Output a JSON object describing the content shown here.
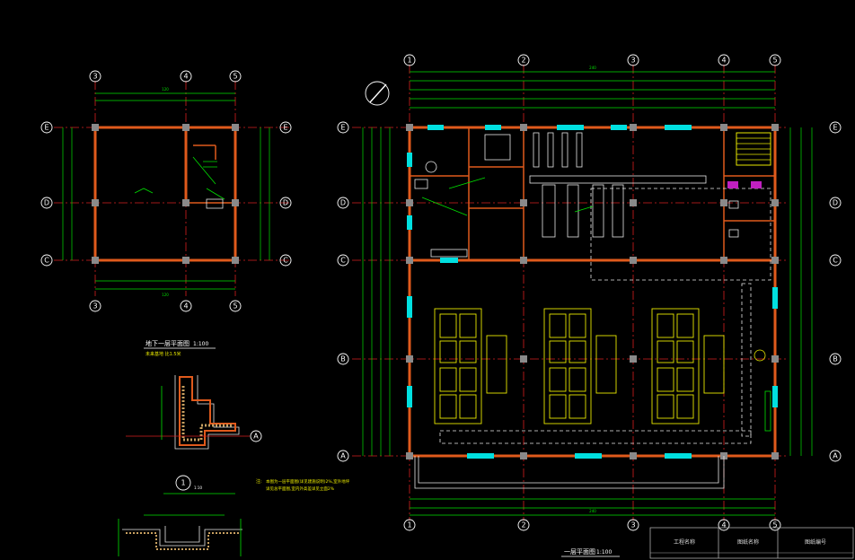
{
  "drawing": {
    "ground_plan_title": "一层平面图",
    "ground_plan_scale": "1:100",
    "basement_plan_title": "地下一层平面图",
    "basement_plan_scale": "1:100",
    "basement_subtitle": "未来基地 比1.5米",
    "detail_label": "1",
    "detail_sub": "1:10",
    "note_prefix": "注:",
    "note_line1": "本图为一层平面图(详见建施说明)2%,室外地坪",
    "note_line2": "详见总平面图,室内外高差详见立面2%"
  },
  "axes": {
    "main_columns": [
      "1",
      "2",
      "3",
      "4",
      "5"
    ],
    "main_rows": [
      "E",
      "D",
      "C",
      "B",
      "A"
    ],
    "basement_columns": [
      "3",
      "4",
      "5"
    ],
    "basement_rows": [
      "E",
      "D",
      "C"
    ],
    "detail_axis": "A"
  },
  "dimensions": {
    "main_total": "240",
    "basement_total": "120"
  },
  "title_block": {
    "cells": [
      "工程名称",
      "图纸名称",
      "图纸编号"
    ]
  },
  "colors": {
    "background": "#000000",
    "wall": "#e05a1c",
    "axis_line": "#d62020",
    "dimension": "#00e000",
    "furniture": "#e8e800",
    "bubble": "#ffffff",
    "window": "#00e0e0",
    "column": "#8a8a8a",
    "door_fill": "#c020c0"
  }
}
